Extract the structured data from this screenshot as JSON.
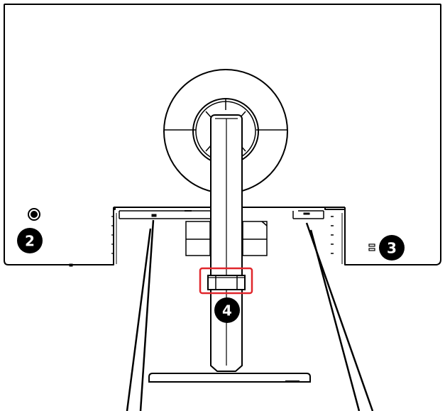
{
  "callouts": [
    {
      "label": "2",
      "name": "headphone-jack"
    },
    {
      "label": "3",
      "name": "kensington-lock"
    },
    {
      "label": "4",
      "name": "cable-management-clip"
    }
  ],
  "colors": {
    "line": "#000000",
    "background": "#ffffff",
    "badge": "#000000",
    "badge_text": "#ffffff",
    "highlight": "#e0262b"
  }
}
